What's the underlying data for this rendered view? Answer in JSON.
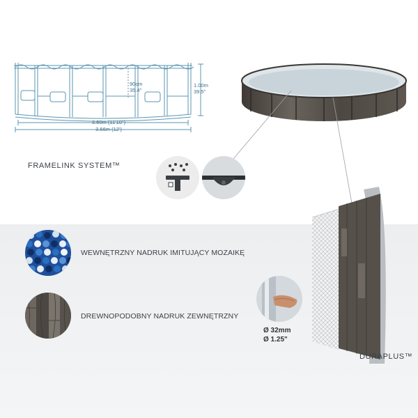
{
  "diagram": {
    "dimensions": {
      "inner_width": "3.60m (11'10\")",
      "outer_width": "3.66m (12')",
      "water_height_m": "90cm",
      "water_height_in": "35.4\"",
      "total_height_m": "1.00m",
      "total_height_in": "39.5\""
    }
  },
  "framelink": {
    "title": "FRAMELINK SYSTEM™"
  },
  "features": [
    {
      "label": "WEWNĘTRZNY NADRUK IMITUJĄCY MOZAIKĘ",
      "icon": "mosaic-swatch"
    },
    {
      "label": "DREWNOPODOBNY NADRUK ZEWNĘTRZNY",
      "icon": "wood-swatch"
    }
  ],
  "pipe": {
    "diameter_mm": "Ø 32mm",
    "diameter_in": "Ø 1.25\""
  },
  "duraplus": {
    "title": "DURAPLUS™"
  },
  "colors": {
    "line": "#5b95b0",
    "mosaic_blue": "#1f4f9a",
    "wood_gray": "#5b5650",
    "panel_bg": "#eef0f2"
  }
}
